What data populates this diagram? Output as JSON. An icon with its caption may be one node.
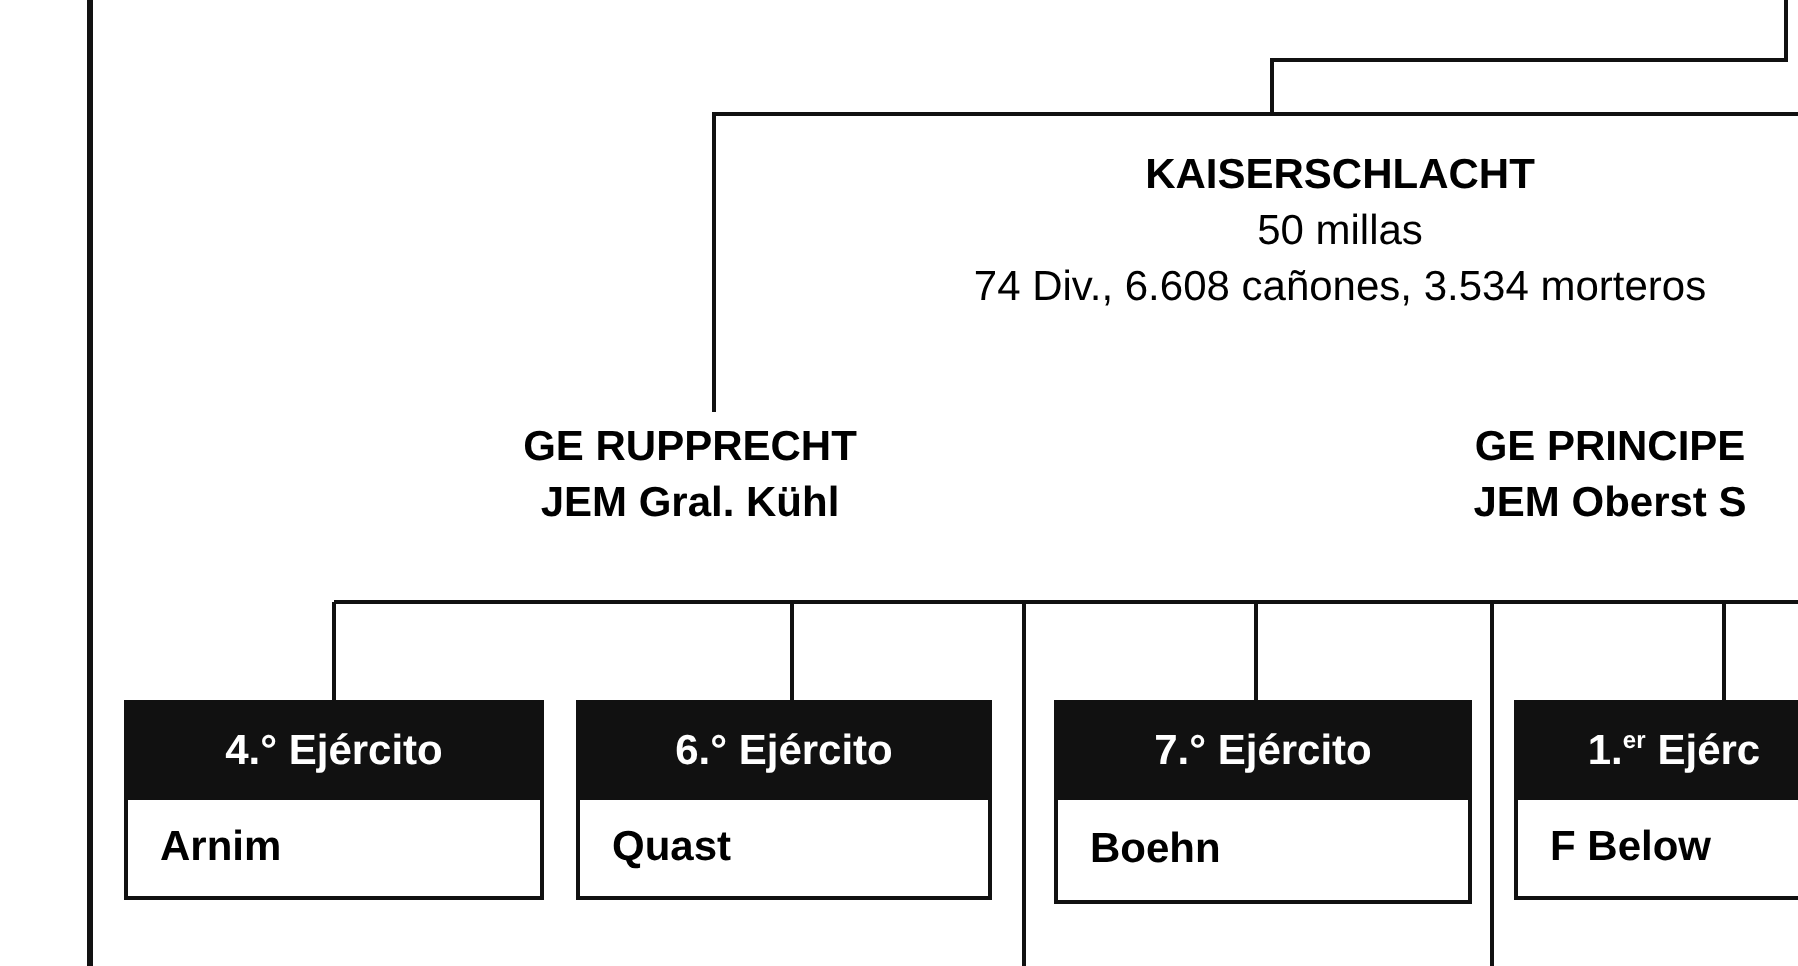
{
  "diagram": {
    "nodes": [
      {
        "text": [
          "KAISERSCHLACHT",
          "50 millas",
          "74 Div., 6.608 cañones, 3.534 morteros"
        ]
      },
      {
        "text": [
          "GE RUPPRECHT",
          "JEM Gral. Kühl"
        ]
      },
      {
        "text": [
          "GE PRINCIPE",
          "JEM Oberst S"
        ]
      },
      {
        "text": [
          "4.° Ejército",
          "Arnim"
        ]
      },
      {
        "text": [
          "6.° Ejército",
          "Quast"
        ]
      },
      {
        "text": [
          "7.° Ejército",
          "Boehn"
        ]
      },
      {
        "text": [
          "1.$^{er}$ Ejérc",
          "F Below"
        ]
      }
    ],
    "edges": [
      {
        "from": null,
        "to": 0,
        "arrow": "none"
      },
      {
        "from": 0,
        "to": 1,
        "arrow": "none"
      },
      {
        "from": null,
        "to": 3,
        "arrow": "none"
      },
      {
        "from": null,
        "to": 4,
        "arrow": "none"
      },
      {
        "from": null,
        "to": 5,
        "arrow": "none"
      },
      {
        "from": null,
        "to": 6,
        "arrow": "none"
      }
    ]
  }
}
